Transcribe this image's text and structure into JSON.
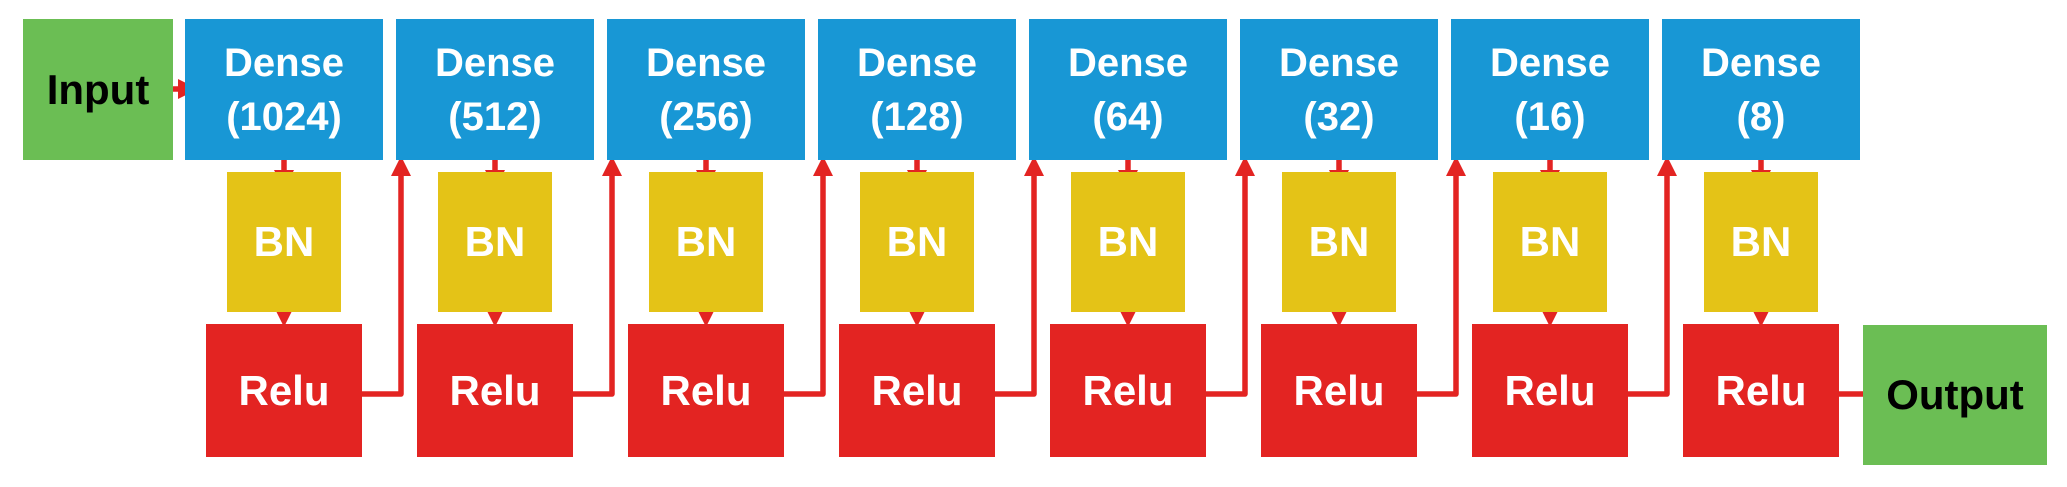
{
  "diagram": {
    "input": {
      "label": "Input"
    },
    "output": {
      "label": "Output"
    },
    "layers": [
      {
        "type_label": "Dense",
        "units_label": "(1024)",
        "bn_label": "BN",
        "activation_label": "Relu"
      },
      {
        "type_label": "Dense",
        "units_label": "(512)",
        "bn_label": "BN",
        "activation_label": "Relu"
      },
      {
        "type_label": "Dense",
        "units_label": "(256)",
        "bn_label": "BN",
        "activation_label": "Relu"
      },
      {
        "type_label": "Dense",
        "units_label": "(128)",
        "bn_label": "BN",
        "activation_label": "Relu"
      },
      {
        "type_label": "Dense",
        "units_label": "(64)",
        "bn_label": "BN",
        "activation_label": "Relu"
      },
      {
        "type_label": "Dense",
        "units_label": "(32)",
        "bn_label": "BN",
        "activation_label": "Relu"
      },
      {
        "type_label": "Dense",
        "units_label": "(16)",
        "bn_label": "BN",
        "activation_label": "Relu"
      },
      {
        "type_label": "Dense",
        "units_label": "(8)",
        "bn_label": "BN",
        "activation_label": "Relu"
      }
    ]
  },
  "colors": {
    "background": "#ffffff",
    "dense_fill": "#1897d5",
    "bn_fill": "#e4c317",
    "relu_fill": "#e32422",
    "io_fill": "#6bbe54",
    "arrow": "#e32422",
    "label_light": "#ffffff",
    "label_dark": "#000000"
  }
}
